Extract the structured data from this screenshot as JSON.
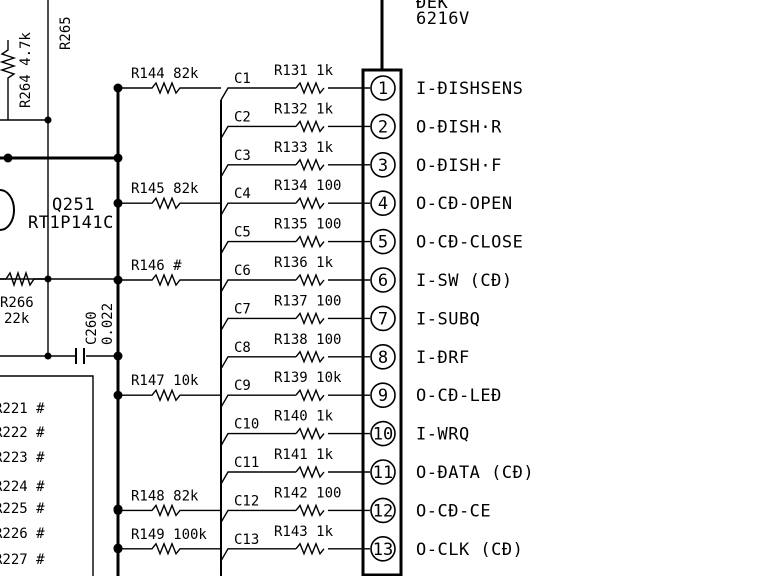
{
  "connector": {
    "header_top": "ƉEK",
    "header_part": "6216V"
  },
  "pins": [
    {
      "num": "1",
      "signal": "I-ƉISHSENS",
      "r_series": "R131 1k",
      "cap": "C1",
      "r_left": "R144 82k"
    },
    {
      "num": "2",
      "signal": "O-ƉISH·R",
      "r_series": "R132 1k",
      "cap": "C2",
      "r_left": ""
    },
    {
      "num": "3",
      "signal": "O-ƉISH·F",
      "r_series": "R133 1k",
      "cap": "C3",
      "r_left": ""
    },
    {
      "num": "4",
      "signal": "O-CƉ-OPEN",
      "r_series": "R134 100",
      "cap": "C4",
      "r_left": "R145 82k"
    },
    {
      "num": "5",
      "signal": "O-CƉ-CLOSE",
      "r_series": "R135 100",
      "cap": "C5",
      "r_left": ""
    },
    {
      "num": "6",
      "signal": "I-SW (CƉ)",
      "r_series": "R136 1k",
      "cap": "C6",
      "r_left": "R146 #"
    },
    {
      "num": "7",
      "signal": "I-SUBQ",
      "r_series": "R137 100",
      "cap": "C7",
      "r_left": ""
    },
    {
      "num": "8",
      "signal": "I-ƉRF",
      "r_series": "R138 100",
      "cap": "C8",
      "r_left": ""
    },
    {
      "num": "9",
      "signal": "O-CƉ-LEƉ",
      "r_series": "R139 10k",
      "cap": "C9",
      "r_left": "R147 10k"
    },
    {
      "num": "10",
      "signal": "I-WRQ",
      "r_series": "R140 1k",
      "cap": "C10",
      "r_left": ""
    },
    {
      "num": "11",
      "signal": "O-ƉATA (CƉ)",
      "r_series": "R141 1k",
      "cap": "C11",
      "r_left": ""
    },
    {
      "num": "12",
      "signal": "O-CƉ-CE",
      "r_series": "R142 100",
      "cap": "C12",
      "r_left": "R148 82k"
    },
    {
      "num": "13",
      "signal": "O-CLK (CƉ)",
      "r_series": "R143 1k",
      "cap": "C13",
      "r_left": "R149 100k"
    }
  ],
  "left": {
    "r264": "R264 4.7k",
    "r265": "R265",
    "q251_name": "Q251",
    "q251_part": "RT1P141C",
    "r266": "R266",
    "r266_val": "22k",
    "c260": "C260",
    "c260_val": "0.022",
    "list": [
      "R221 #",
      "R222 #",
      "R223 #",
      "R224 #",
      "R225 #",
      "R226 #",
      "R227 #"
    ]
  }
}
